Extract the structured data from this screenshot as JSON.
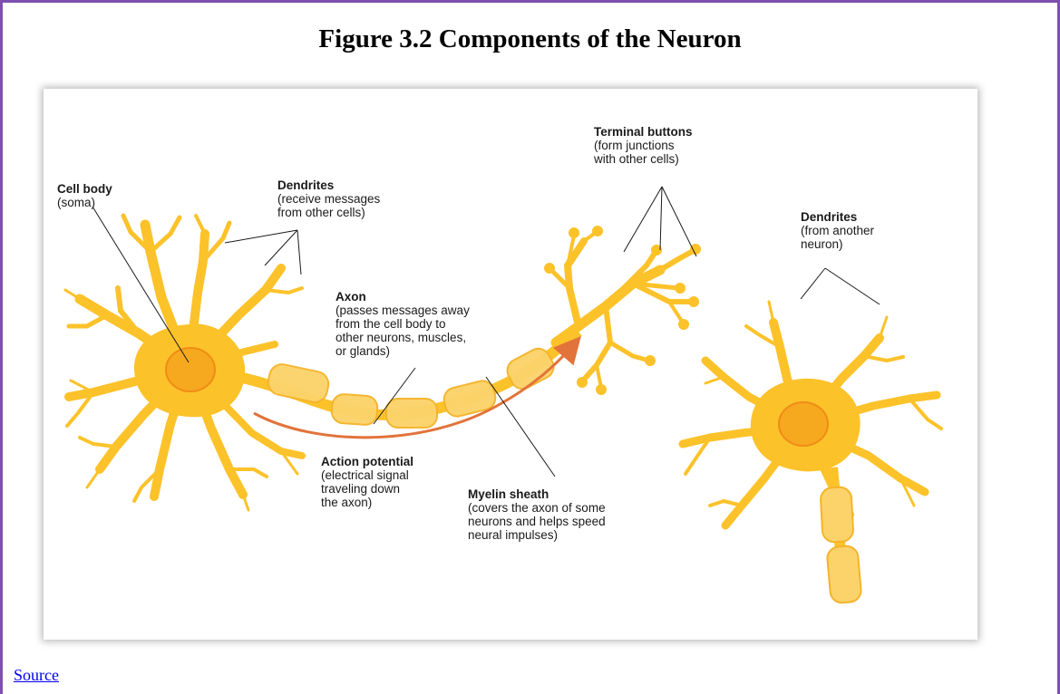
{
  "figure": {
    "title": "Figure 3.2 Components of the Neuron"
  },
  "labels": {
    "cell_body": {
      "title": "Cell body",
      "lines": [
        "(soma)"
      ]
    },
    "dendrites_1": {
      "title": "Dendrites",
      "lines": [
        "(receive messages",
        "from other cells)"
      ]
    },
    "axon": {
      "title": "Axon",
      "lines": [
        "(passes messages away",
        "from the cell body to",
        "other neurons, muscles,",
        "or glands)"
      ]
    },
    "terminal_buttons": {
      "title": "Terminal buttons",
      "lines": [
        "(form junctions",
        "with other cells)"
      ]
    },
    "dendrites_2": {
      "title": "Dendrites",
      "lines": [
        "(from another",
        "neuron)"
      ]
    },
    "action_potential": {
      "title": "Action potential",
      "lines": [
        "(electrical signal",
        "traveling down",
        "the axon)"
      ]
    },
    "myelin_sheath": {
      "title": "Myelin sheath",
      "lines": [
        "(covers the axon of some",
        "neurons and helps speed",
        "neural impulses)"
      ]
    }
  },
  "colors": {
    "border": "#7f4fae",
    "neuron": "#fcc22a",
    "neuron_light": "#fbd36a",
    "nucleus": "#f59e1b",
    "arrow": "#e2733a",
    "link": "#0000ee"
  },
  "source_link": {
    "label": "Source"
  }
}
